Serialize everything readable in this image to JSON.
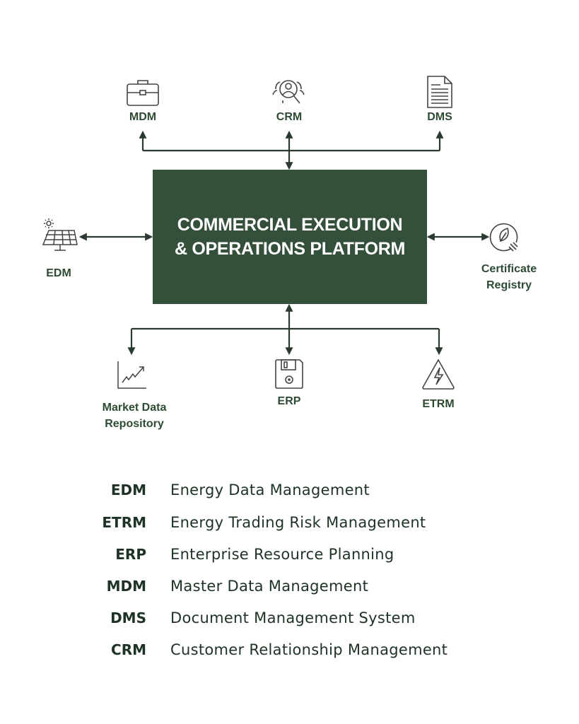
{
  "platform": {
    "line1": "COMMERCIAL EXECUTION",
    "line2": "& OPERATIONS PLATFORM"
  },
  "nodes": {
    "mdm": {
      "label": "MDM",
      "icon": "briefcase-icon"
    },
    "crm": {
      "label": "CRM",
      "icon": "user-search-icon"
    },
    "dms": {
      "label": "DMS",
      "icon": "document-icon"
    },
    "edm": {
      "label": "EDM",
      "icon": "solar-panel-icon"
    },
    "cert": {
      "label_line1": "Certificate",
      "label_line2": "Registry",
      "icon": "leaf-plug-icon"
    },
    "mdr": {
      "label_line1": "Market Data",
      "label_line2": "Repository",
      "icon": "trend-chart-icon"
    },
    "erp": {
      "label": "ERP",
      "icon": "floppy-disk-icon"
    },
    "etrm": {
      "label": "ETRM",
      "icon": "high-voltage-icon"
    }
  },
  "legend": [
    {
      "abbr": "EDM",
      "desc": "Energy Data Management"
    },
    {
      "abbr": "ETRM",
      "desc": "Energy Trading Risk Management"
    },
    {
      "abbr": "ERP",
      "desc": "Enterprise Resource Planning"
    },
    {
      "abbr": "MDM",
      "desc": "Master Data Management"
    },
    {
      "abbr": "DMS",
      "desc": "Document Management System"
    },
    {
      "abbr": "CRM",
      "desc": "Customer Relationship Management"
    }
  ],
  "colors": {
    "platform": "#34503a",
    "text": "#2d4a33",
    "line": "#2b3a2e"
  }
}
